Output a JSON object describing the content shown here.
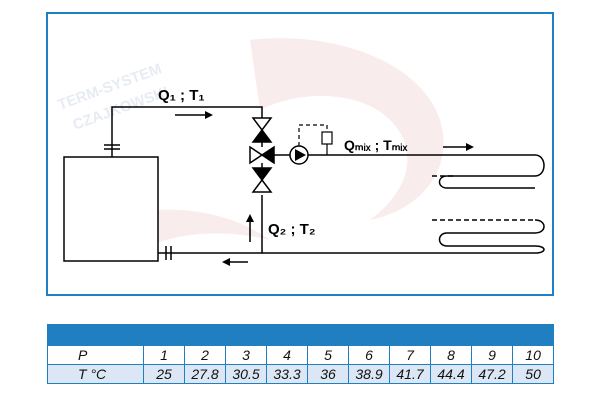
{
  "diagram": {
    "labels": {
      "q1_t1": "Q₁ ; T₁",
      "q2_t2": "Q₂ ; T₂",
      "qmix_tmix": "Qₘᵢₓ ; Tₘᵢₓ"
    },
    "watermark": [
      "TERM-SYSTEM",
      "CZAJKOWSKI"
    ],
    "colors": {
      "frame": "#1f7fc0",
      "line": "#000000",
      "watermark_red": "#f3dcdc"
    },
    "icons": [
      "tank",
      "mixing-valve",
      "pump",
      "thermostat",
      "flow-arrow",
      "heating-loop"
    ]
  },
  "table": {
    "rows": [
      {
        "name": "P",
        "values": [
          "1",
          "2",
          "3",
          "4",
          "5",
          "6",
          "7",
          "8",
          "9",
          "10"
        ]
      },
      {
        "name": "T  °C",
        "values": [
          "25",
          "27.8",
          "30.5",
          "33.3",
          "36",
          "38.9",
          "41.7",
          "44.4",
          "47.2",
          "50"
        ]
      }
    ],
    "colors": {
      "header": "#1f7fc0",
      "row_alt": "#dbe7f5"
    }
  }
}
